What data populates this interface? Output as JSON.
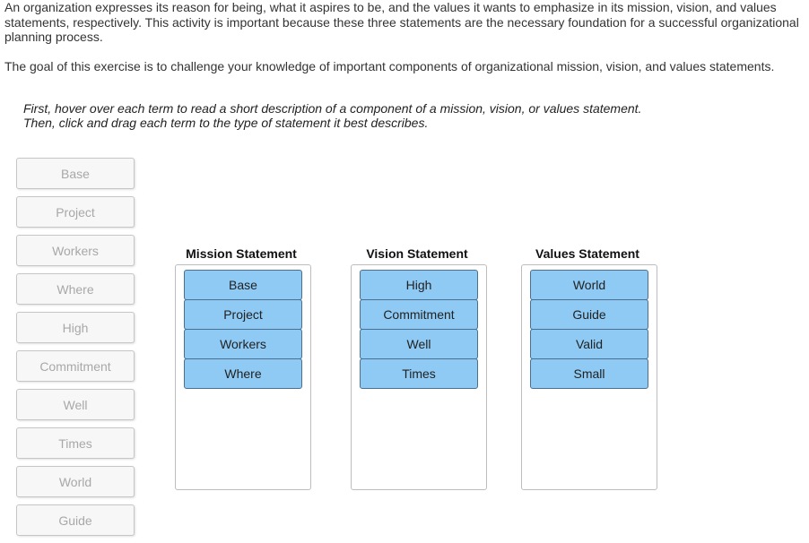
{
  "intro": {
    "paragraph1": "An organization expresses its reason for being, what it aspires to be, and the values it wants to emphasize in its mission, vision, and values statements, respectively. This activity is important because these three statements are the necessary foundation for a successful organizational planning process.",
    "paragraph2": "The goal of this exercise is to challenge your knowledge of important components of organizational mission, vision, and values statements."
  },
  "instructions": "First, hover over each term to read a short description of a component of a mission, vision, or values statement. Then, click and drag each term to the type of statement it best describes.",
  "source_terms": [
    "Base",
    "Project",
    "Workers",
    "Where",
    "High",
    "Commitment",
    "Well",
    "Times",
    "World",
    "Guide"
  ],
  "zones": [
    {
      "title": "Mission Statement",
      "items": [
        "Base",
        "Project",
        "Workers",
        "Where"
      ]
    },
    {
      "title": "Vision Statement",
      "items": [
        "High",
        "Commitment",
        "Well",
        "Times"
      ]
    },
    {
      "title": "Values Statement",
      "items": [
        "World",
        "Guide",
        "Valid",
        "Small"
      ]
    }
  ],
  "colors": {
    "placed_fill": "#8ecaf4",
    "placed_border": "#4a6f90",
    "source_text": "#a8a8a8"
  }
}
